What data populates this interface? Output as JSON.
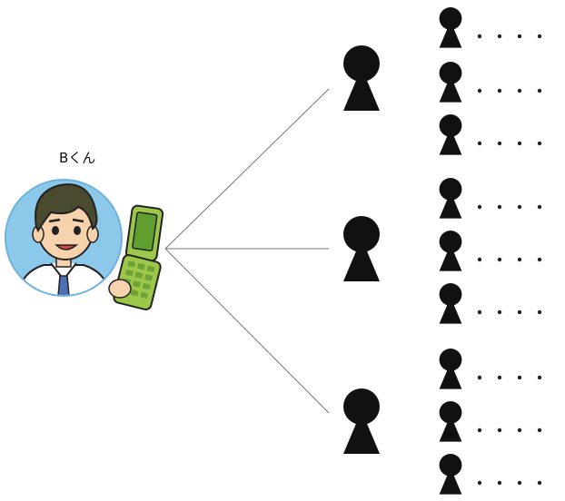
{
  "sender": {
    "label": "Bくん",
    "icon": "boy-with-phone-icon",
    "colors": {
      "circle": "#8cc8ea",
      "circle_edge": "#6fb2da",
      "phone": "#9cc74a",
      "phone_screen": "#5f9e2f",
      "hair": "#4a4a2e",
      "skin": "#f6d3ad",
      "shirt": "#ffffff",
      "tie": "#4a6fb3"
    }
  },
  "tier1": {
    "count": 3,
    "icon": "person-silhouette-icon",
    "color": "#111111"
  },
  "tier2": {
    "count": 9,
    "icon": "person-silhouette-icon",
    "color": "#111111",
    "continuation": "dotted-trail"
  }
}
